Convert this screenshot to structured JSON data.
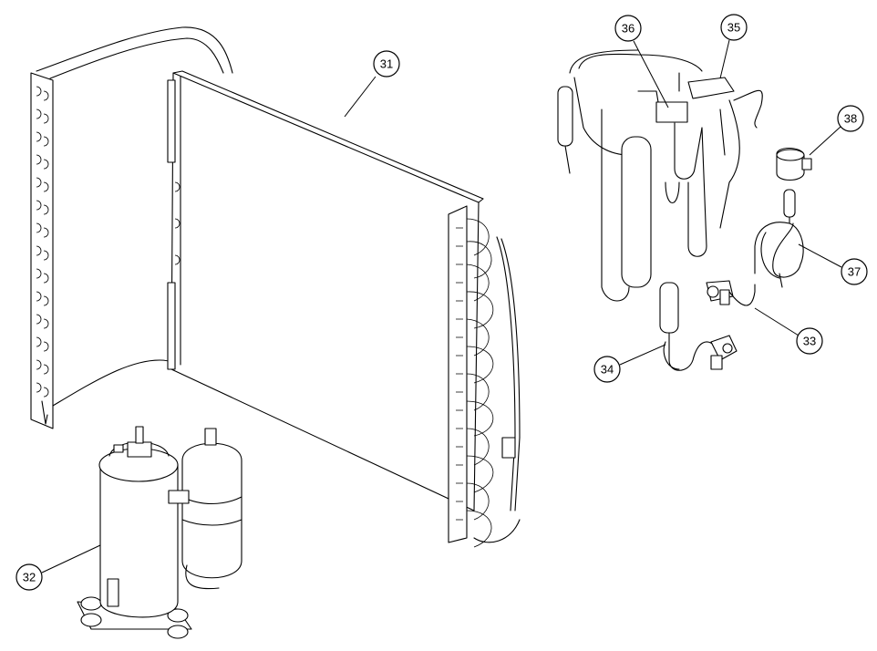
{
  "callouts": [
    {
      "id": "c31",
      "label": "31"
    },
    {
      "id": "c32",
      "label": "32"
    },
    {
      "id": "c33",
      "label": "33"
    },
    {
      "id": "c34",
      "label": "34"
    },
    {
      "id": "c35",
      "label": "35"
    },
    {
      "id": "c36",
      "label": "36"
    },
    {
      "id": "c37",
      "label": "37"
    },
    {
      "id": "c38",
      "label": "38"
    }
  ],
  "colors": {
    "line": "#000000",
    "background": "#ffffff"
  }
}
